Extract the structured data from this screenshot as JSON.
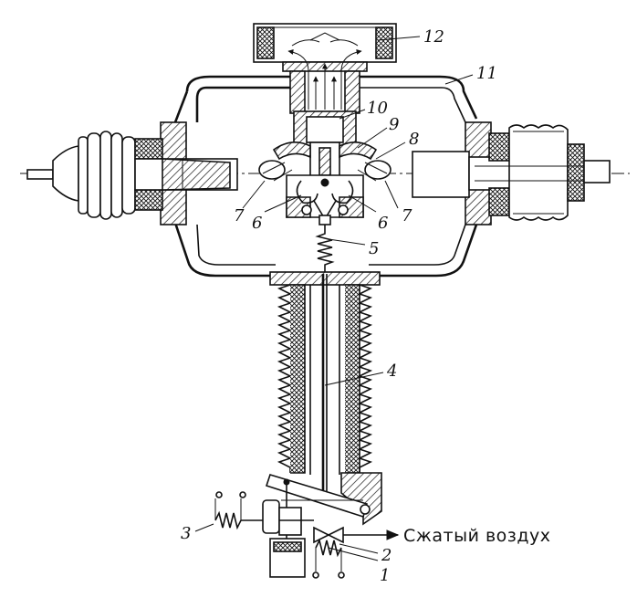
{
  "diagram": {
    "labels": {
      "l1": "1",
      "l2": "2",
      "l3": "3",
      "l4": "4",
      "l5": "5",
      "l6a": "6",
      "l6b": "6",
      "l7a": "7",
      "l7b": "7",
      "l8": "8",
      "l9": "9",
      "l10": "10",
      "l11": "11",
      "l12": "12"
    },
    "air_label": "Сжатый воздух"
  }
}
